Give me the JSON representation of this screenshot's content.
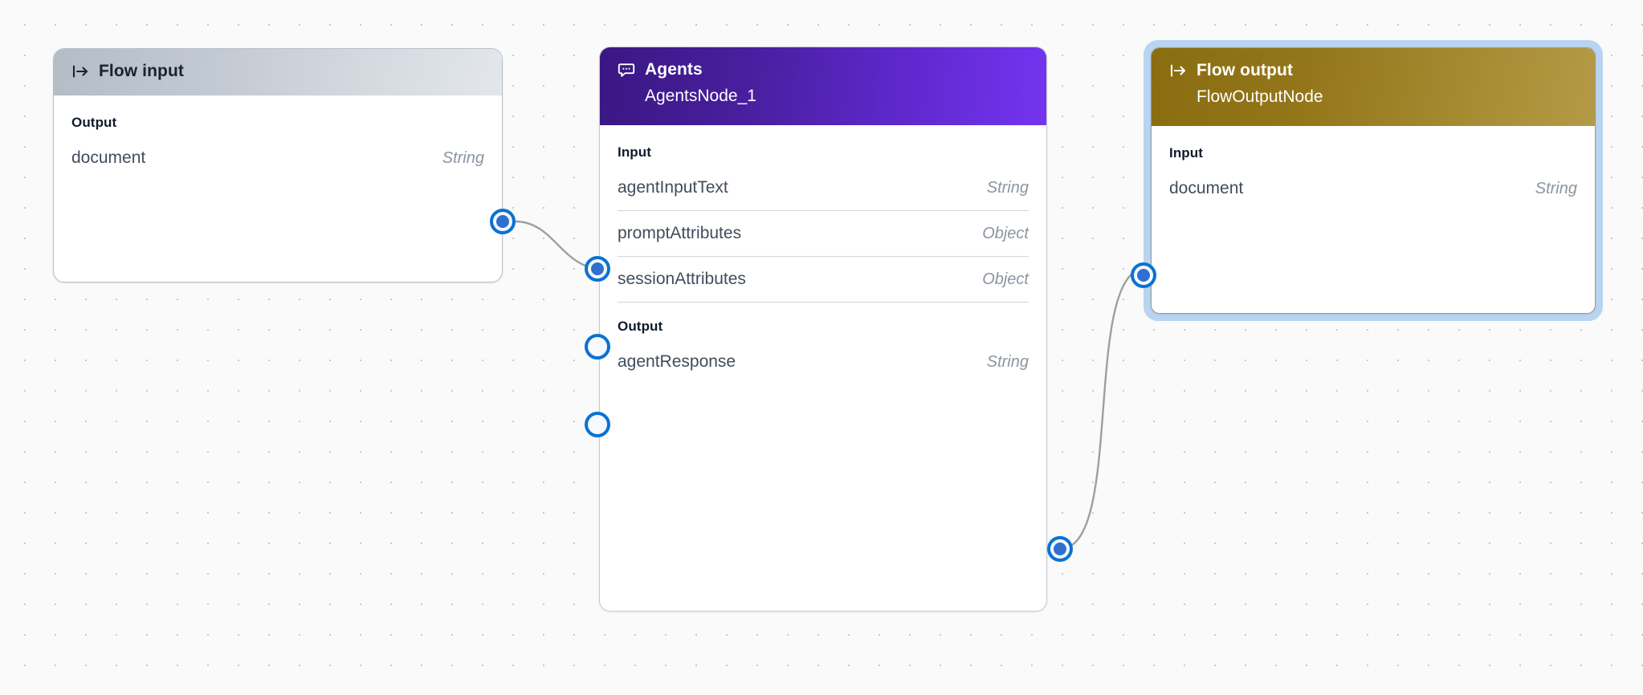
{
  "canvas": {
    "background_color": "#fafafa",
    "grid_dot_color": "#c9c9c9",
    "edge_color": "#9aa0a6",
    "port_ring_color": "#0972d3",
    "port_fill_color": "#2f6fd0",
    "selection_ring_color": "#b8d4f0"
  },
  "nodes": {
    "flow_input": {
      "icon": "flow-input-icon",
      "title": "Flow input",
      "subtitle": "",
      "header_color_from": "#b4bcc6",
      "header_color_to": "#e3e7ec",
      "sections": [
        {
          "label": "Output",
          "ports": [
            {
              "name": "document",
              "type": "String",
              "side": "right",
              "connected": true
            }
          ]
        }
      ]
    },
    "agents": {
      "icon": "chat-bubble-icon",
      "title": "Agents",
      "subtitle": "AgentsNode_1",
      "header_color_from": "#3a1783",
      "header_color_to": "#7434f0",
      "sections": [
        {
          "label": "Input",
          "ports": [
            {
              "name": "agentInputText",
              "type": "String",
              "side": "left",
              "connected": true
            },
            {
              "name": "promptAttributes",
              "type": "Object",
              "side": "left",
              "connected": false
            },
            {
              "name": "sessionAttributes",
              "type": "Object",
              "side": "left",
              "connected": false
            }
          ]
        },
        {
          "label": "Output",
          "ports": [
            {
              "name": "agentResponse",
              "type": "String",
              "side": "right",
              "connected": true
            }
          ]
        }
      ]
    },
    "flow_output": {
      "icon": "flow-output-icon",
      "title": "Flow output",
      "subtitle": "FlowOutputNode",
      "header_color_from": "#8a6d10",
      "header_color_to": "#b59a46",
      "selected": true,
      "sections": [
        {
          "label": "Input",
          "ports": [
            {
              "name": "document",
              "type": "String",
              "side": "left",
              "connected": true
            }
          ]
        }
      ]
    }
  },
  "edges": [
    {
      "from": "flow_input.document",
      "to": "agents.agentInputText"
    },
    {
      "from": "agents.agentResponse",
      "to": "flow_output.document"
    }
  ]
}
